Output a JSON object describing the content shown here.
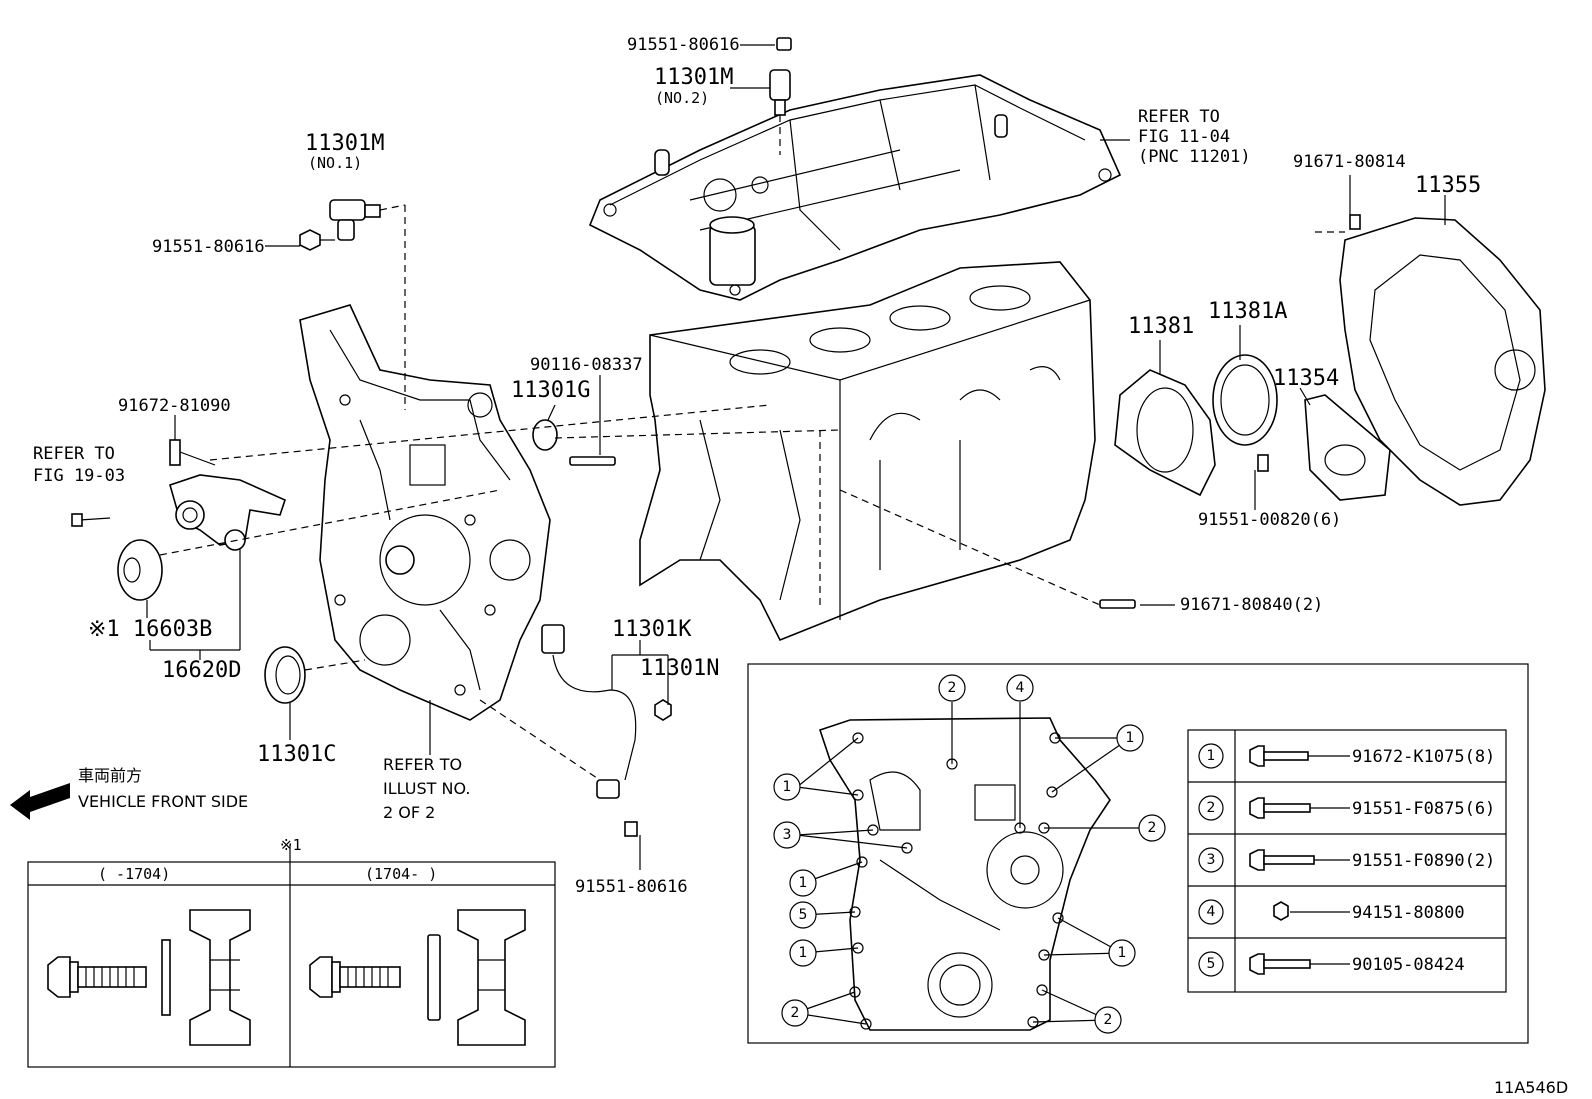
{
  "labels": {
    "p_91551_80616_top": "91551-80616",
    "p_11301M_no2": "11301M",
    "p_no2": "(NO.2)",
    "refer_11_04_a": "REFER TO",
    "refer_11_04_b": "FIG 11-04",
    "refer_11_04_c": "(PNC 11201)",
    "p_11301M_no1": "11301M",
    "p_no1": "(NO.1)",
    "p_91551_80616_left": "91551-80616",
    "p_91671_80814": "91671-80814",
    "p_11355": "11355",
    "p_90116_08337": "90116-08337",
    "p_11301G": "11301G",
    "p_11381": "11381",
    "p_11381A": "11381A",
    "p_11354": "11354",
    "p_91672_81090": "91672-81090",
    "refer_19_03_a": "REFER TO",
    "refer_19_03_b": "FIG 19-03",
    "p_91551_00820": "91551-00820(6)",
    "p_11301K": "11301K",
    "p_11301N": "11301N",
    "p_91671_80840": "91671-80840(2)",
    "p_16603B": "※1 16603B",
    "p_16620D": "16620D",
    "p_11301C": "11301C",
    "refer_illust_a": "REFER TO",
    "refer_illust_b": "ILLUST NO.",
    "refer_illust_c": "2 OF 2",
    "front_jp": "車両前方",
    "front_en": "VEHICLE FRONT SIDE",
    "p_91551_80616_bottom": "91551-80616",
    "note_mark": "※1",
    "inset_col1": "(    -1704)",
    "inset_col2": "(1704-    )",
    "figure_id": "11A546D"
  },
  "bolt_table": [
    {
      "num": "1",
      "part": "91672-K1075(8)"
    },
    {
      "num": "2",
      "part": "91551-F0875(6)"
    },
    {
      "num": "3",
      "part": "91551-F0890(2)"
    },
    {
      "num": "4",
      "part": "94151-80800"
    },
    {
      "num": "5",
      "part": "90105-08424"
    }
  ],
  "callouts": [
    "1",
    "2",
    "3",
    "4",
    "5"
  ]
}
